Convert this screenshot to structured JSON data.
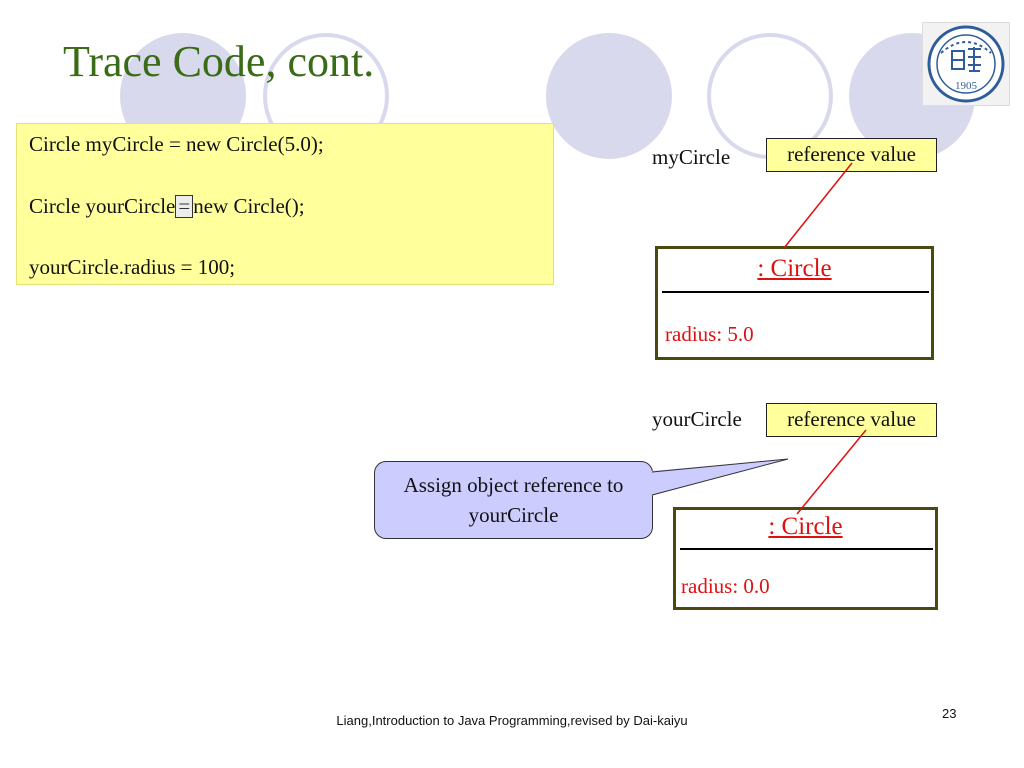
{
  "slide": {
    "title": "Trace Code, cont.",
    "page_number": "23",
    "footer": "Liang,Introduction to Java Programming,revised by Dai-kaiyu"
  },
  "code": {
    "line1": "Circle myCircle = new Circle(5.0);",
    "line2_before": "Circle yourCircle",
    "line2_highlight": "=",
    "line2_after": "new Circle();",
    "line3": "yourCircle.radius = 100;"
  },
  "my_circle": {
    "var_label": "myCircle",
    "ref_label": "reference value",
    "object_title": ": Circle",
    "field": "radius: 5.0"
  },
  "your_circle": {
    "var_label": "yourCircle",
    "ref_label": "reference value",
    "object_title": ": Circle",
    "field": "radius: 0.0"
  },
  "callout": {
    "text": "Assign object reference to yourCircle"
  },
  "logo": {
    "year": "1905"
  },
  "colors": {
    "title": "#3a6b16",
    "code_background": "#ffff9c",
    "object_text": "#e01010",
    "connector": "#e01010",
    "callout_background": "#ccccff",
    "decor_circle": "#d9d9ee"
  }
}
